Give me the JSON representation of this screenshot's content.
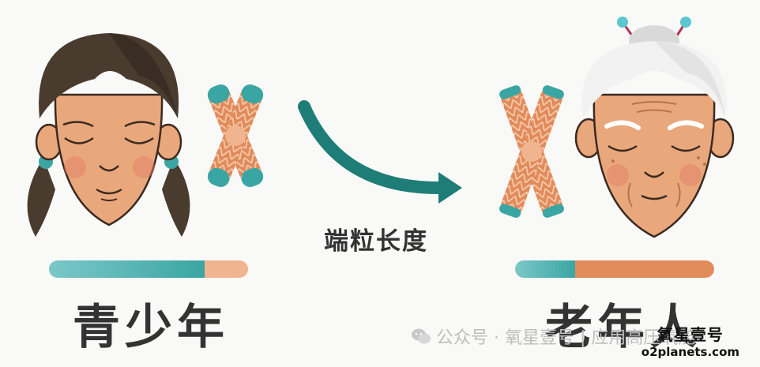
{
  "diagram": {
    "center_label": "端粒长度",
    "left_label": "青少年",
    "right_label": "老年人",
    "colors": {
      "teal": "#3aa6a3",
      "teal_dark": "#1e7d77",
      "orange": "#e28b5a",
      "orange_light": "#f0b48f",
      "skin": "#e9a87c",
      "hair_young": "#4a3b2f",
      "hair_old": "#f2f2f2"
    },
    "telomere_bar_young": {
      "teal_fraction": 0.78
    },
    "telomere_bar_old": {
      "teal_fraction": 0.3
    }
  },
  "watermark": {
    "icon": "wechat-icon",
    "text": "公众号 · 氧星壹号 | 应用高压氧舱"
  },
  "brand": {
    "name": "氧星壹号",
    "url": "o2planets.com"
  }
}
